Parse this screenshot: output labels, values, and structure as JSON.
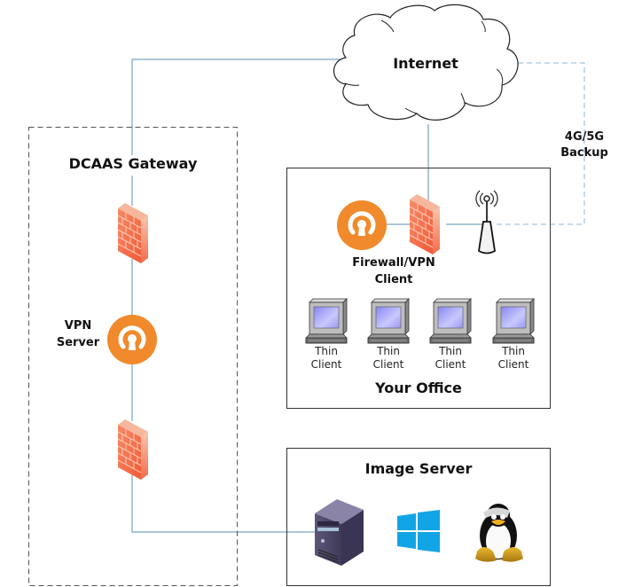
{
  "title": "DCAAS network architecture",
  "cloud": {
    "label": "Internet"
  },
  "backup": {
    "line1": "4G/5G",
    "line2": "Backup"
  },
  "gateway": {
    "label": "DCAAS Gateway",
    "vpn_label_1": "VPN",
    "vpn_label_2": "Server"
  },
  "office": {
    "label": "Your Office",
    "firewall_label_1": "Firewall/VPN",
    "firewall_label_2": "Client",
    "clients": [
      {
        "line1": "Thin",
        "line2": "Client"
      },
      {
        "line1": "Thin",
        "line2": "Client"
      },
      {
        "line1": "Thin",
        "line2": "Client"
      },
      {
        "line1": "Thin",
        "line2": "Client"
      }
    ]
  },
  "image_server": {
    "label": "Image Server"
  },
  "colors": {
    "connector": "#5b8db0",
    "backup_dash": "#8fb4d6",
    "vpn_orange": "#f08a2c",
    "firewall": "#f26b4a",
    "windows_blue": "#12a5e5",
    "server_purple": "#4e4868"
  }
}
